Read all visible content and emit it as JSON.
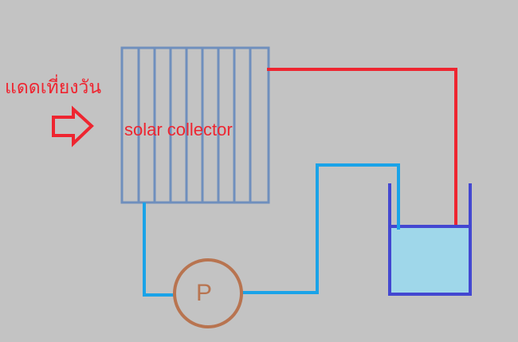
{
  "labels": {
    "sunlight": "แดดเที่ยงวัน",
    "collector": "solar collector",
    "pump": "P"
  },
  "icons": {
    "sun_arrow": "right-arrow-outline-icon"
  },
  "colors": {
    "background": "#c3c3c3",
    "collector": "#6f8fbd",
    "hot_pipe": "#ee2530",
    "cold_pipe": "#1aa3e8",
    "pump": "#b87450",
    "tank": "#4347d1",
    "water": "#9fd7ea",
    "text": "#ee2530"
  }
}
